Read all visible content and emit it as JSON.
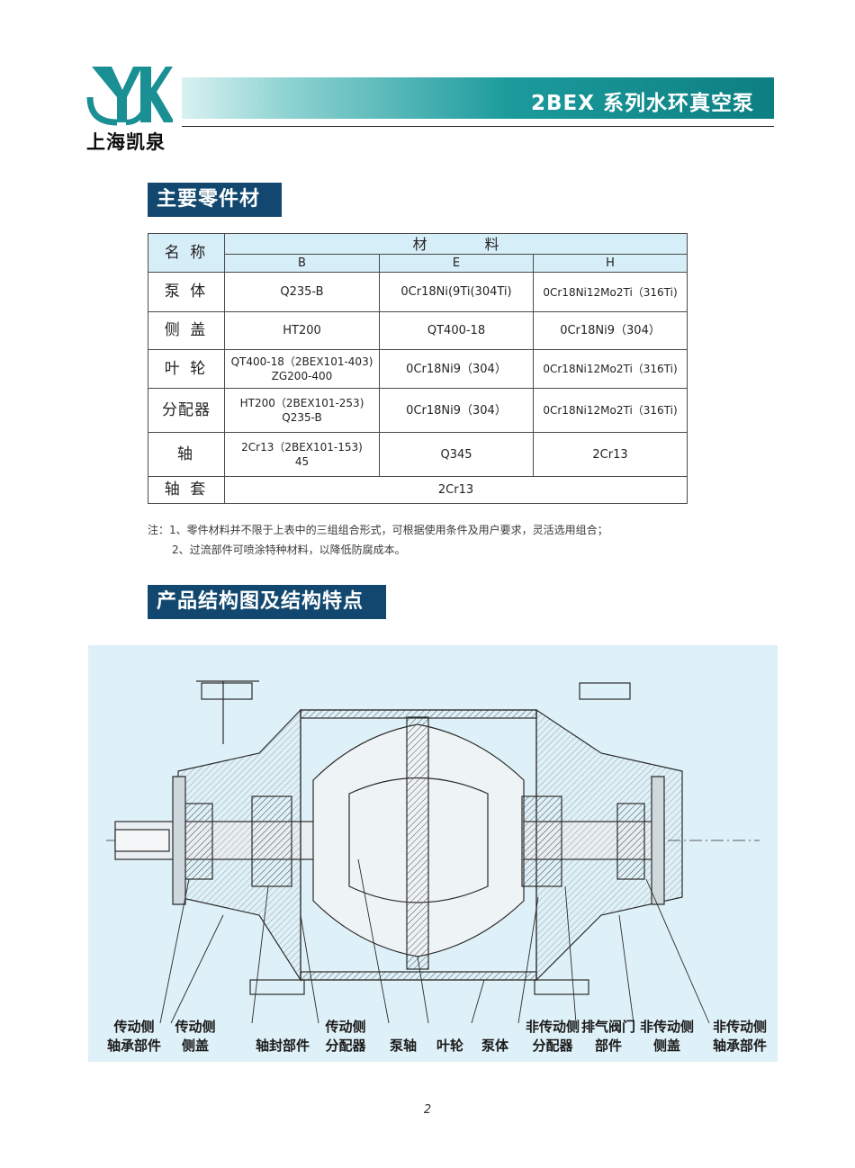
{
  "header": {
    "logo_text": "上海凯泉",
    "title": "2BEX 系列水环真空泵"
  },
  "section1": {
    "title": "主要零件材"
  },
  "table": {
    "header_part": "名 称",
    "header_material": "材　　　　料",
    "grades": [
      "B",
      "E",
      "H"
    ],
    "rows": [
      {
        "part": "泵 体",
        "b": "Q235-B",
        "e": "0Cr18Ni(9Ti(304Ti)",
        "h": "0Cr18Ni12Mo2Ti（316Ti)"
      },
      {
        "part": "侧 盖",
        "b": "HT200",
        "e": "QT400-18",
        "h": "0Cr18Ni9（304）"
      },
      {
        "part": "叶 轮",
        "b1": "QT400-18（2BEX101-403)",
        "b2": "ZG200-400",
        "e": "0Cr18Ni9（304）",
        "h": "0Cr18Ni12Mo2Ti（316Ti)"
      },
      {
        "part": "分配器",
        "b1": "HT200（2BEX101-253)",
        "b2": "Q235-B",
        "e": "0Cr18Ni9（304）",
        "h": "0Cr18Ni12Mo2Ti（316Ti)"
      },
      {
        "part": "轴",
        "b1": "2Cr13（2BEX101-153)",
        "b2": "45",
        "e": "Q345",
        "h": "2Cr13"
      },
      {
        "part": "轴 套",
        "all": "2Cr13"
      }
    ]
  },
  "notes": {
    "line1": "注：1、零件材料并不限于上表中的三组组合形式，可根据使用条件及用户要求，灵活选用组合；",
    "line2": "2、过流部件可喷涂特种材料，以降低防腐成本。"
  },
  "section2": {
    "title": "产品结构图及结构特点"
  },
  "diagram_labels": [
    {
      "l1": "传动侧",
      "l2": "轴承部件"
    },
    {
      "l1": "传动侧",
      "l2": "侧盖"
    },
    {
      "l1": "",
      "l2": "轴封部件"
    },
    {
      "l1": "传动侧",
      "l2": "分配器"
    },
    {
      "l1": "",
      "l2": "泵轴"
    },
    {
      "l1": "",
      "l2": "叶轮"
    },
    {
      "l1": "",
      "l2": "泵体"
    },
    {
      "l1": "非传动侧",
      "l2": "分配器"
    },
    {
      "l1": "排气阀门",
      "l2": "部件"
    },
    {
      "l1": "非传动侧",
      "l2": "侧盖"
    },
    {
      "l1": "非传动侧",
      "l2": "轴承部件"
    }
  ],
  "page_number": "2",
  "colors": {
    "heading_bg": "#12486f",
    "title_bar": "#1c9b9c",
    "logo": "#1a8f94",
    "diagram_bg": "#dff1f8",
    "table_header": "#d6eef8"
  }
}
